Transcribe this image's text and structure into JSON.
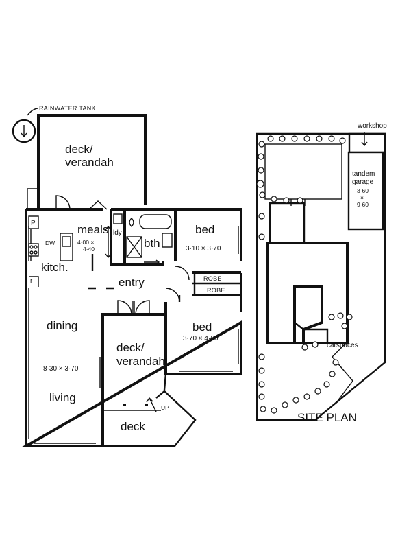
{
  "floor_plan": {
    "rainwater_tank": "RAINWATER TANK",
    "rooms": {
      "deck_top": [
        "deck/",
        "verandah"
      ],
      "meals": "meals",
      "meals_dim": [
        "4·00 ×",
        "4·40"
      ],
      "laundry": "ldy",
      "bathroom": "bth",
      "bed1": "bed",
      "bed1_dim": "3·10 × 3·70",
      "kitchen": "kitch.",
      "dishwasher": "DW",
      "pantry": "P",
      "fridge": "r",
      "entry": "entry",
      "robe1": "ROBE",
      "robe2": "ROBE",
      "dining": "dining",
      "dining_dim": "8·30 × 3·70",
      "living": "living",
      "deck_mid": [
        "deck/",
        "verandah"
      ],
      "bed2": "bed",
      "bed2_dim": "3·70 × 4·60",
      "deck_bottom": "deck",
      "up": "UP"
    }
  },
  "site_plan": {
    "title": "SITE PLAN",
    "workshop": "workshop",
    "garage": [
      "tandem",
      "garage",
      "3·60",
      "×",
      "9·60"
    ],
    "carspaces": "carspaces"
  }
}
